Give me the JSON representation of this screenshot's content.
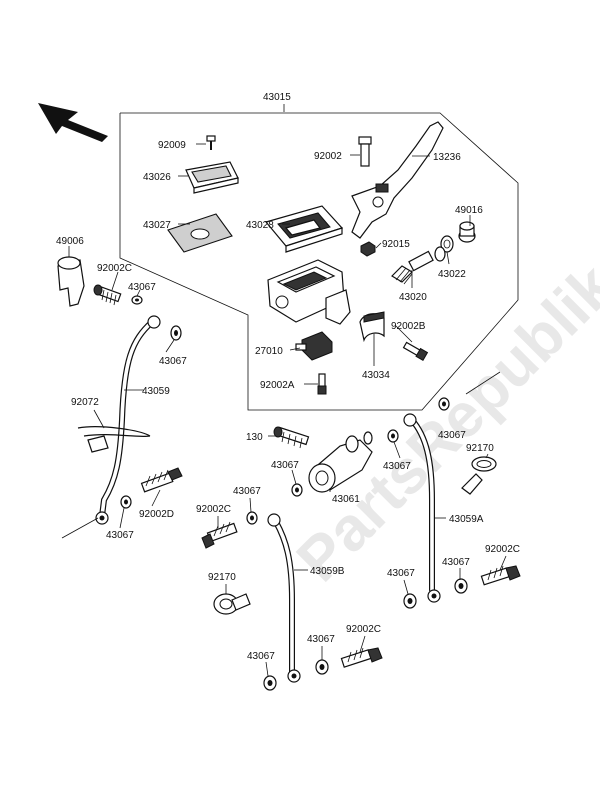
{
  "watermark": "PartsRepublik",
  "callouts": {
    "p43015": "43015",
    "p92009": "92009",
    "p92002_top": "92002",
    "p13236": "13236",
    "p43026": "43026",
    "p43027": "43027",
    "p43028": "43028",
    "p49016": "49016",
    "p92015": "92015",
    "p43022": "43022",
    "p43020": "43020",
    "p49006": "49006",
    "p92002C_left": "92002C",
    "p43067_a": "43067",
    "p43067_b": "43067",
    "p43059": "43059",
    "p92002B": "92002B",
    "p27010": "27010",
    "p43034": "43034",
    "p92002A": "92002A",
    "p92072": "92072",
    "p130": "130",
    "p43067_c": "43067",
    "p43067_d": "43067",
    "p43067_e": "43067",
    "p92170_right": "92170",
    "p43061": "43061",
    "p92002D": "92002D",
    "p43067_f": "43067",
    "p43067_g": "43067",
    "p92002C_mid": "92002C",
    "p43059A": "43059A",
    "p92002C_right": "92002C",
    "p92170_left": "92170",
    "p43059B": "43059B",
    "p43067_h": "43067",
    "p43067_i": "43067",
    "p43067_j": "43067",
    "p43067_k": "43067",
    "p92002C_bottom": "92002C"
  }
}
